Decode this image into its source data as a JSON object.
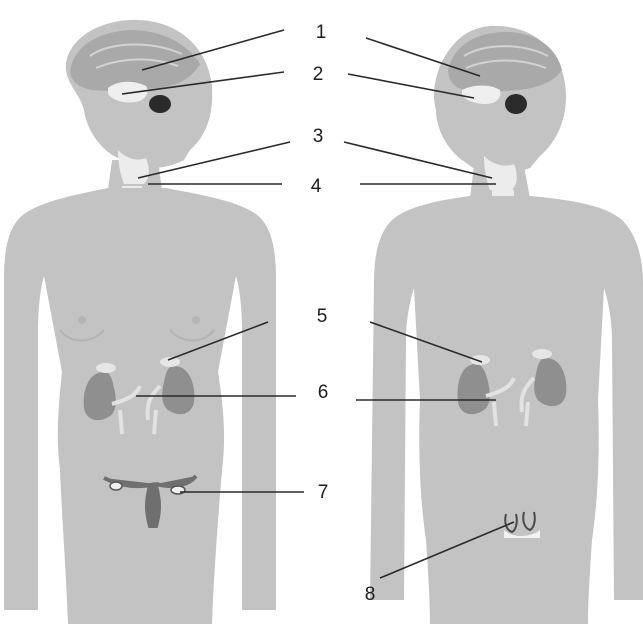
{
  "labels": [
    "1",
    "2",
    "3",
    "4",
    "5",
    "6",
    "7",
    "8"
  ],
  "colors": {
    "body": "#c3c3c3",
    "brain": "#a9a9a9",
    "gland": "#efefef",
    "kidney": "#8f8f8f",
    "line": "#2a2a2a",
    "text": "#1c1c1c"
  }
}
